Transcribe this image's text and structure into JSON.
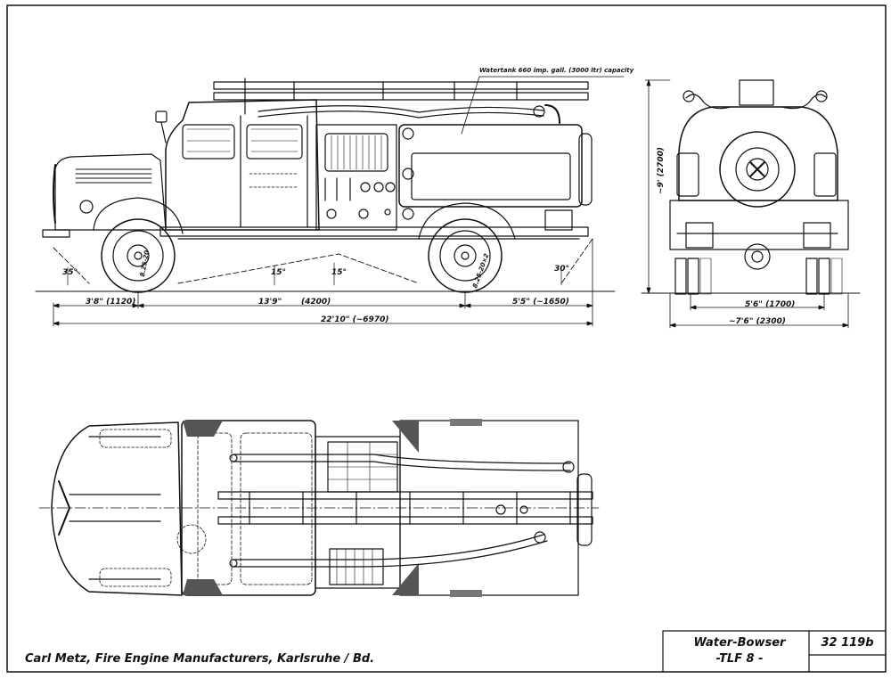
{
  "side_view": {
    "tank_note": "Watertank 660 imp. gall. (3000 ltr) capacity",
    "angles": {
      "front": "35°",
      "mid_left": "15°",
      "mid_right": "15°",
      "rear": "30°"
    },
    "tires": {
      "front": "8.25-20",
      "rear": "8.25-20×2"
    },
    "dims": {
      "front_overhang": "3'8\" (1120)",
      "wheelbase_ft": "13'9\"",
      "wheelbase_mm": "(4200)",
      "rear_overhang": "5'5\" (~1650)",
      "total_length": "22'10\" (~6970)"
    }
  },
  "rear_view": {
    "dims": {
      "height": "~9' (2700)",
      "track": "5'6\" (1700)",
      "width": "~7'6\" (2300)"
    }
  },
  "title_block": {
    "manufacturer": "Carl Metz, Fire Engine Manufacturers, Karlsruhe / Bd.",
    "title_line1": "Water-Bowser",
    "title_line2": "-TLF 8 -",
    "drawing_number": "32 119b"
  }
}
